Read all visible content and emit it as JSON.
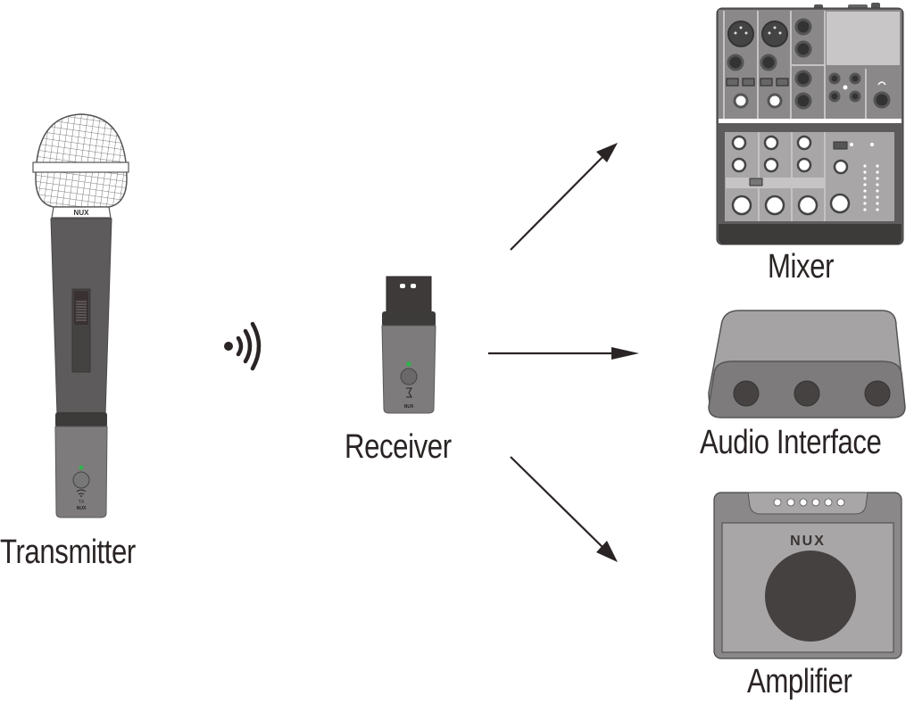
{
  "diagram": {
    "brand": "NUX",
    "transmitter": {
      "label": "Transmitter",
      "grille_brand": "NUX",
      "body_text_tx": "TX",
      "body_brand": "NUX",
      "led_color": "#2fb34a"
    },
    "signal": {
      "icon": "wireless-signal-icon"
    },
    "receiver": {
      "label": "Receiver",
      "body_brand": "NUX",
      "led_color": "#2fb34a"
    },
    "outputs": [
      {
        "id": "mixer",
        "label": "Mixer"
      },
      {
        "id": "audio-interface",
        "label": "Audio Interface"
      },
      {
        "id": "amplifier",
        "label": "Amplifier",
        "brand": "NUX",
        "top_leds": 6
      }
    ],
    "colors": {
      "device_dark": "#5d5b5b",
      "device_mid": "#8a8888",
      "device_light": "#a8a6a6",
      "ink": "#2a2424",
      "led_green": "#2fb34a"
    }
  }
}
